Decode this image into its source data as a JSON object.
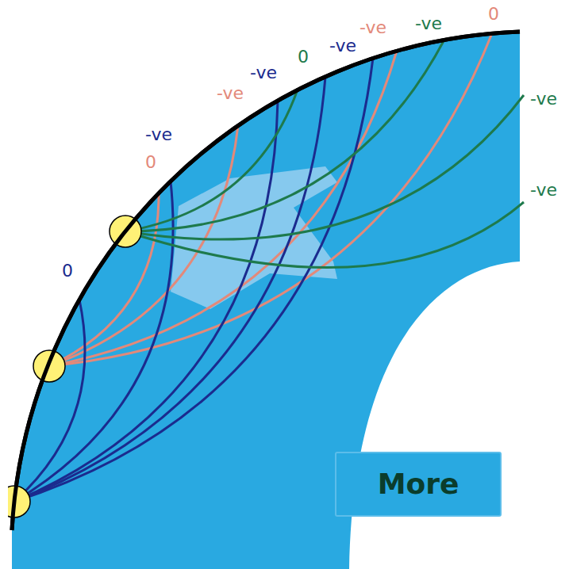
{
  "diagram": {
    "nodes": [
      {
        "text": [
          "More"
        ]
      }
    ],
    "labels": [
      "0",
      "-ve",
      "-ve",
      "-ve",
      "0",
      "-ve",
      "-ve",
      "-ve",
      "-ve",
      "0",
      "-ve",
      "0"
    ]
  }
}
